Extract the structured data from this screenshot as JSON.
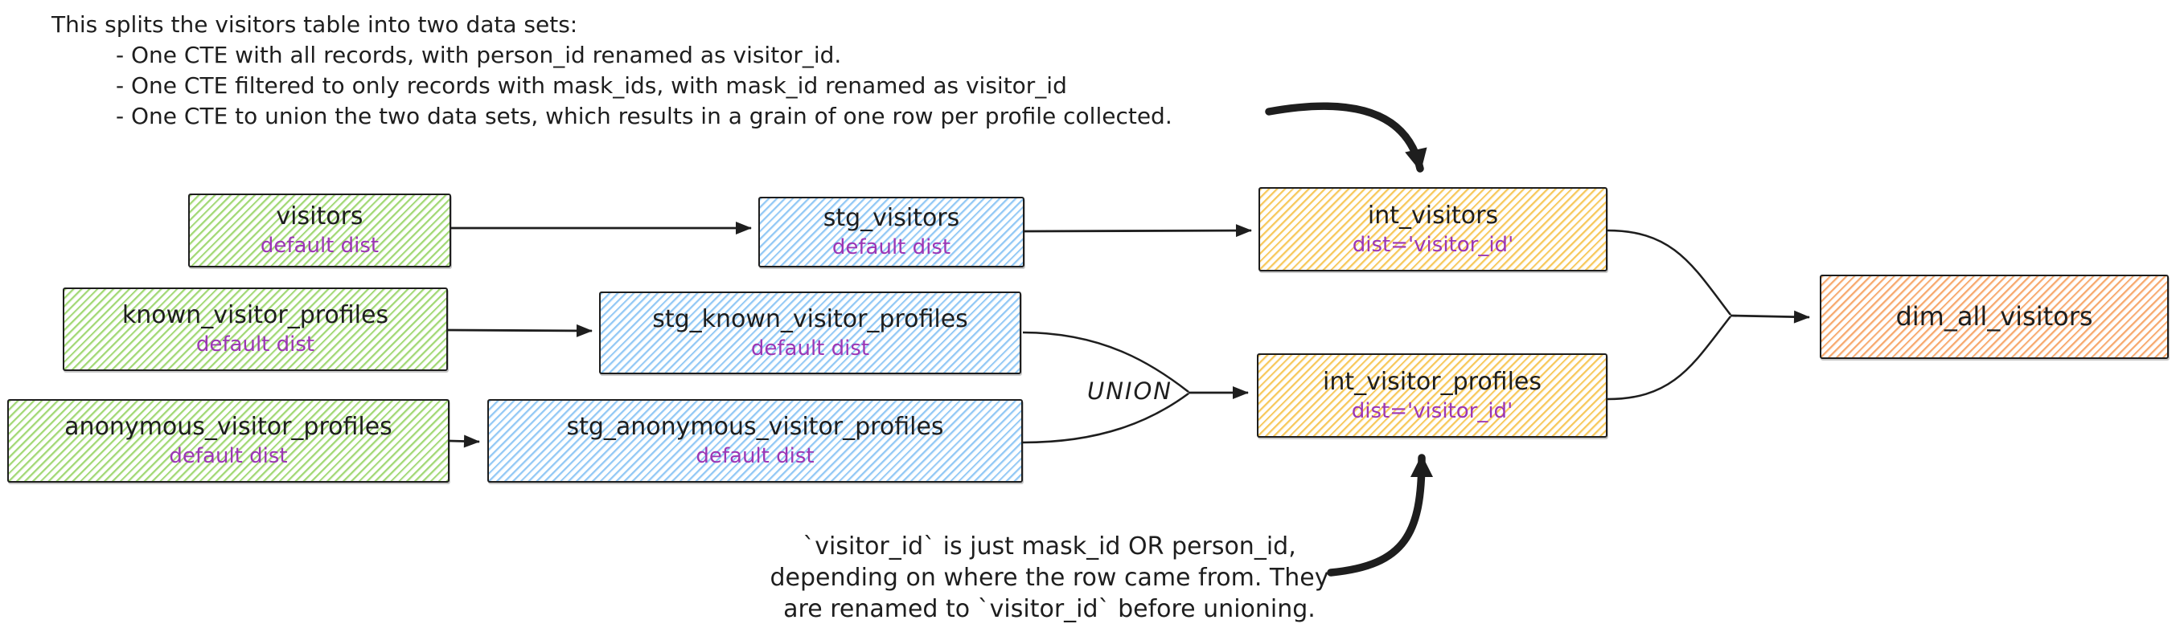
{
  "top_note": {
    "intro": "This splits the visitors table into two data sets:",
    "bullets": [
      "- One CTE with all records, with person_id renamed as visitor_id.",
      "- One CTE filtered to only records with mask_ids, with mask_id renamed as visitor_id",
      "- One CTE to union the two data sets, which results in a grain of one row per profile collected."
    ]
  },
  "bottom_note": {
    "lines": [
      "`visitor_id` is just mask_id OR person_id,",
      "depending on where the row came from. They",
      "are renamed to `visitor_id` before unioning."
    ]
  },
  "union_label": "UNION",
  "nodes": {
    "visitors": {
      "label": "visitors",
      "sublabel": "default dist",
      "color": "green"
    },
    "known_visitor_profiles": {
      "label": "known_visitor_profiles",
      "sublabel": "default dist",
      "color": "green"
    },
    "anonymous_visitor_profiles": {
      "label": "anonymous_visitor_profiles",
      "sublabel": "default dist",
      "color": "green"
    },
    "stg_visitors": {
      "label": "stg_visitors",
      "sublabel": "default dist",
      "color": "blue"
    },
    "stg_known_visitor_profiles": {
      "label": "stg_known_visitor_profiles",
      "sublabel": "default dist",
      "color": "blue"
    },
    "stg_anonymous_visitor_profiles": {
      "label": "stg_anonymous_visitor_profiles",
      "sublabel": "default dist",
      "color": "blue"
    },
    "int_visitors": {
      "label": "int_visitors",
      "sublabel": "dist='visitor_id'",
      "color": "yellow"
    },
    "int_visitor_profiles": {
      "label": "int_visitor_profiles",
      "sublabel": "dist='visitor_id'",
      "color": "yellow"
    },
    "dim_all_visitors": {
      "label": "dim_all_visitors",
      "sublabel": "",
      "color": "orange"
    }
  },
  "colors": {
    "source_green": "#a3d977",
    "staging_blue": "#94c9f5",
    "intermediate_yellow": "#f7c95e",
    "mart_orange": "#f7aa70",
    "sublabel_purple": "#9c36b5",
    "stroke_black": "#1e1e1e"
  }
}
